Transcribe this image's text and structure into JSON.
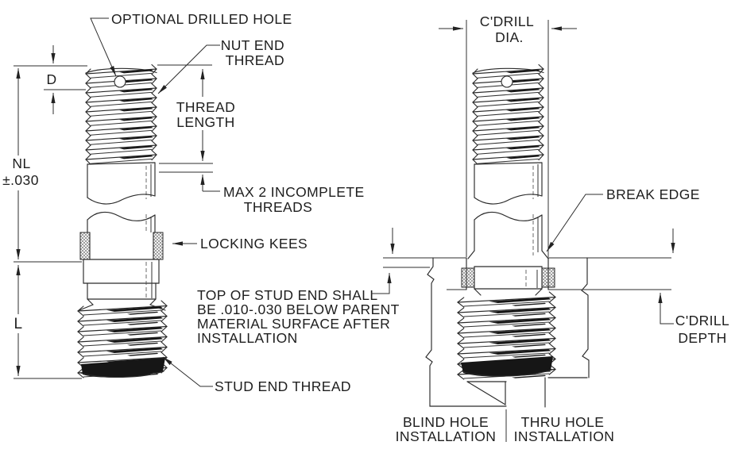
{
  "drawing": {
    "type": "engineering-diagram",
    "background_color": "#ffffff",
    "line_color": "#2a2a2a",
    "stud_view": {
      "callouts": {
        "optional_drilled_hole": "OPTIONAL DRILLED HOLE",
        "nut_end_thread": [
          "NUT END",
          "THREAD"
        ],
        "thread_length": [
          "THREAD",
          "LENGTH"
        ],
        "max_incomplete_threads": [
          "MAX 2 INCOMPLETE",
          "THREADS"
        ],
        "locking_kees": "LOCKING KEES",
        "stud_end_note": [
          "TOP OF STUD END SHALL",
          "BE .010-.030 BELOW PARENT",
          "MATERIAL SURFACE AFTER",
          "INSTALLATION"
        ],
        "stud_end_thread": "STUD END THREAD"
      },
      "dimensions": {
        "drilled_hole_offset": "D",
        "nut_end_length": [
          "NL",
          "±.030"
        ],
        "stud_end_length": "L"
      }
    },
    "installation_view": {
      "dimensions": {
        "cdrill_dia": [
          "C'DRILL",
          "DIA."
        ],
        "cdrill_depth": [
          "C'DRILL",
          "DEPTH"
        ]
      },
      "callouts": {
        "break_edge": "BREAK EDGE"
      },
      "captions": {
        "blind_hole": [
          "BLIND HOLE",
          "INSTALLATION"
        ],
        "thru_hole": [
          "THRU HOLE",
          "INSTALLATION"
        ]
      }
    }
  }
}
